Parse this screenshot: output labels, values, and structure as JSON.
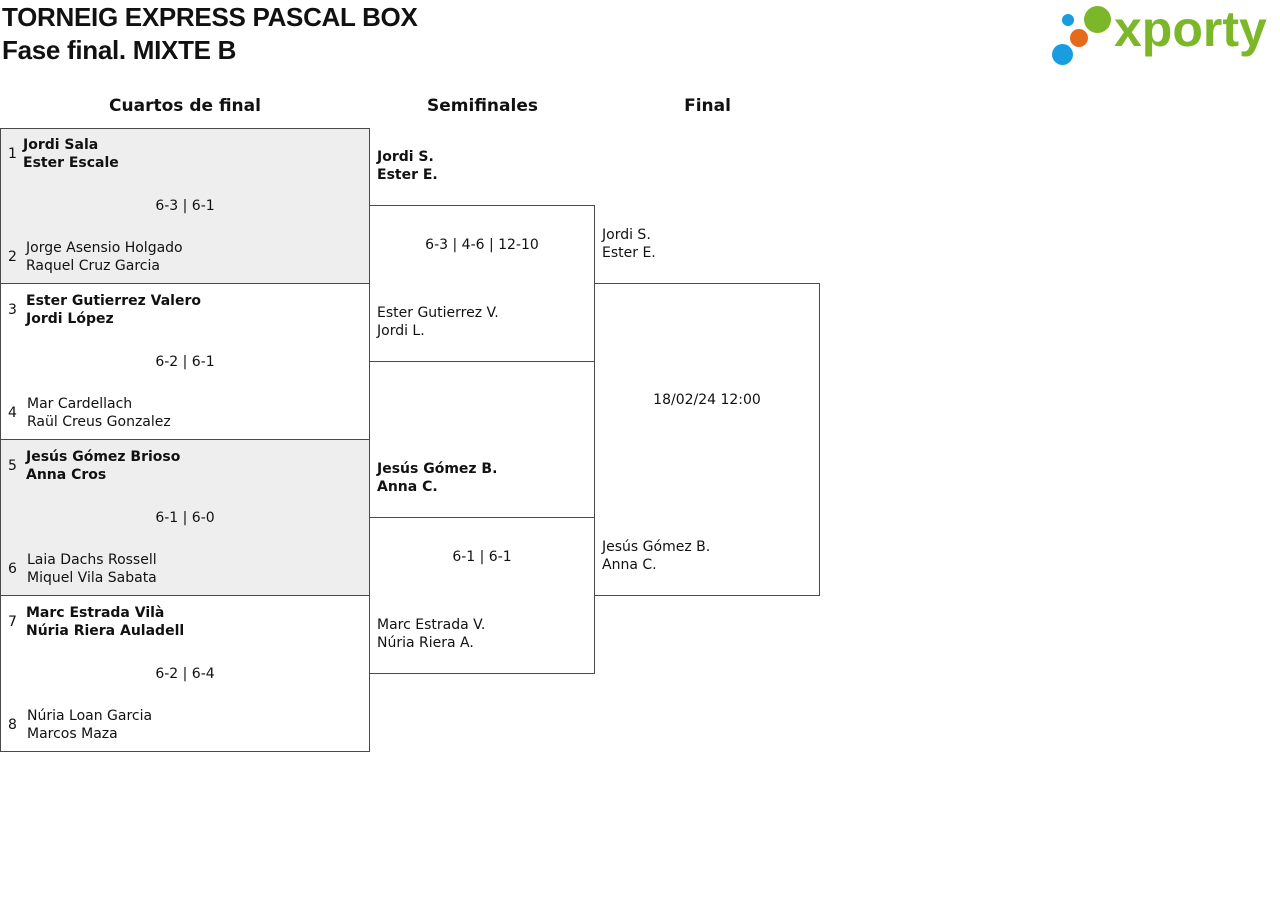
{
  "header": {
    "title": "TORNEIG EXPRESS PASCAL BOX",
    "subtitle": "Fase final. MIXTE B",
    "logo_text": "xporty",
    "logo_colors": [
      "#7cb72a",
      "#1a9de0",
      "#e46b1c"
    ]
  },
  "columns": {
    "quarters": "Cuartos de final",
    "semis": "Semifinales",
    "final": "Final"
  },
  "quarterfinals": [
    {
      "top": {
        "seed": "1",
        "p1": "Jordi Sala",
        "p2": "Ester Escale"
      },
      "bottom": {
        "seed": "2",
        "p1": "Jorge Asensio Holgado",
        "p2": "Raquel Cruz Garcia"
      },
      "score": "6-3 | 6-1"
    },
    {
      "top": {
        "seed": "3",
        "p1": "Ester Gutierrez Valero",
        "p2": "Jordi López"
      },
      "bottom": {
        "seed": "4",
        "p1": "Mar Cardellach",
        "p2": "Raül Creus Gonzalez"
      },
      "score": "6-2 | 6-1"
    },
    {
      "top": {
        "seed": "5",
        "p1": "Jesús Gómez Brioso",
        "p2": "Anna Cros"
      },
      "bottom": {
        "seed": "6",
        "p1": "Laia Dachs Rossell",
        "p2": "Miquel Vila Sabata"
      },
      "score": "6-1 | 6-0"
    },
    {
      "top": {
        "seed": "7",
        "p1": "Marc Estrada Vilà",
        "p2": "Núria Riera Auladell"
      },
      "bottom": {
        "seed": "8",
        "p1": "Núria Loan Garcia",
        "p2": "Marcos Maza"
      },
      "score": "6-2 | 6-4"
    }
  ],
  "semifinals": [
    {
      "top": {
        "p1": "Jordi S.",
        "p2": "Ester E."
      },
      "bottom": {
        "p1": "Ester Gutierrez V.",
        "p2": "Jordi L."
      },
      "score": "6-3 | 4-6 | 12-10"
    },
    {
      "top": {
        "p1": "Jesús Gómez B.",
        "p2": "Anna C."
      },
      "bottom": {
        "p1": "Marc Estrada V.",
        "p2": "Núria Riera A."
      },
      "score": "6-1 | 6-1"
    }
  ],
  "final": {
    "top": {
      "p1": "Jordi S.",
      "p2": "Ester E."
    },
    "bottom": {
      "p1": "Jesús Gómez B.",
      "p2": "Anna C."
    },
    "schedule": "18/02/24 12:00"
  }
}
